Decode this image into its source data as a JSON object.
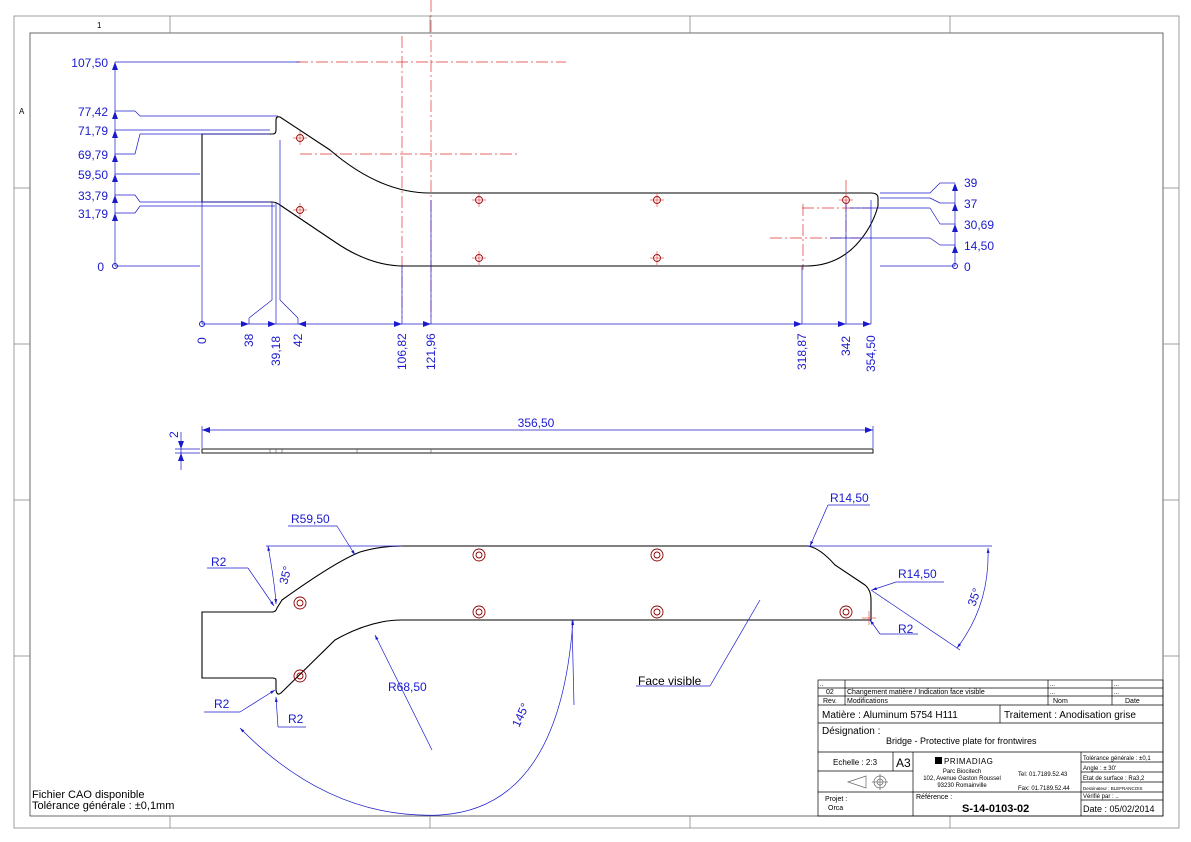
{
  "frame": {
    "col_marker": "1",
    "row_marker": "A"
  },
  "top_view": {
    "y_dims_left": [
      "107,50",
      "77,42",
      "71,79",
      "69,79",
      "59,50",
      "33,79",
      "31,79",
      "0"
    ],
    "x_dims": [
      "0",
      "38",
      "39,18",
      "42",
      "106,82",
      "121,96",
      "318,87",
      "342",
      "354,50"
    ],
    "y_dims_right": [
      "39",
      "37",
      "30,69",
      "14,50",
      "0"
    ]
  },
  "side_view": {
    "thickness": "2",
    "length": "356,50"
  },
  "iso_view": {
    "labels": {
      "r59": "R59,50",
      "r14a": "R14,50",
      "r14b": "R14,50",
      "r2_top": "R2",
      "r2_right": "R2",
      "r2_bl": "R2",
      "r2_bl2": "R2",
      "r68": "R68,50",
      "a35_left": "35°",
      "a35_right": "35°",
      "a145": "145°",
      "face": "Face visible"
    }
  },
  "notes": {
    "line1": "Fichier CAO disponible",
    "line2": "Tolérance générale : ±0,1mm"
  },
  "title_block": {
    "dots": "..",
    "rev_code": "02",
    "rev_desc": "Changement matière / Indication face visible",
    "rev_head": "Rev.",
    "mod_head": "Modifications",
    "nom_head": "Nom",
    "date_head": "Date",
    "ellipsis": "...",
    "matiere": "Matière : Aluminum 5754 H111",
    "traitement": "Traitement : Anodisation grise",
    "designation_label": "Désignation :",
    "designation": "Bridge - Protective plate for frontwires",
    "echelle": "Echelle : 2:3",
    "format": "A3",
    "company": "PRIMADIAG",
    "addr1": "Parc Biocitech",
    "addr2": "102, Avenue Gaston Roussel",
    "addr3": "93230 Romainville",
    "tel": "Tel: 01.7189.52.43",
    "fax": "Fax: 01.7189.52.44",
    "tol": "Tolérance générale : ±0,1",
    "angle": "Angle : ± 30'",
    "surface": "Etat de surface : Ra3,2",
    "dessinateur": "Dessinateur : BLEFRANCOIS",
    "verifie": "Vérifié par : ..",
    "projet_label": "Projet :",
    "projet": "Orca",
    "reference_label": "Référence :",
    "reference": "S-14-0103-02",
    "date": "Date : 05/02/2014"
  }
}
